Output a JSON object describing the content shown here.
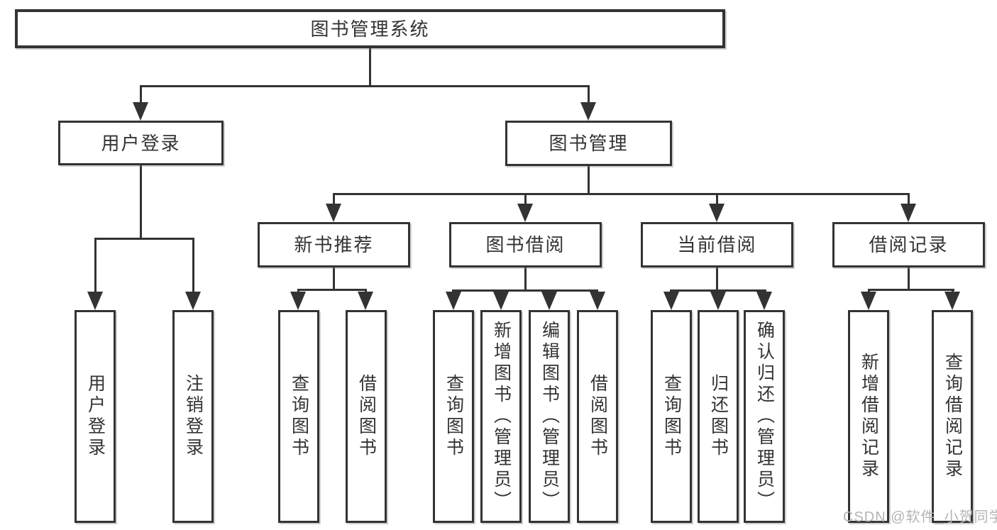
{
  "diagram": {
    "root": {
      "label": "图书管理系统"
    },
    "user_login": {
      "label": "用户登录",
      "children": [
        {
          "label": "用户登录"
        },
        {
          "label": "注销登录"
        }
      ]
    },
    "book_mgmt": {
      "label": "图书管理",
      "sections": [
        {
          "label": "新书推荐",
          "children": [
            {
              "label": "查询图书"
            },
            {
              "label": "借阅图书"
            }
          ]
        },
        {
          "label": "图书借阅",
          "children": [
            {
              "label": "查询图书"
            },
            {
              "label": "新增图书（管理员）"
            },
            {
              "label": "编辑图书（管理员）"
            },
            {
              "label": "借阅图书"
            }
          ]
        },
        {
          "label": "当前借阅",
          "children": [
            {
              "label": "查询图书"
            },
            {
              "label": "归还图书"
            },
            {
              "label": "确认归还（管理员）"
            }
          ]
        },
        {
          "label": "借阅记录",
          "children": [
            {
              "label": "新增借阅记录"
            },
            {
              "label": "查询借阅记录"
            }
          ]
        }
      ]
    }
  },
  "watermark": {
    "text": "CSDN @软件_小贺同学"
  },
  "colors": {
    "line": "#333333",
    "box_border": "#333333",
    "text": "#333333",
    "watermark": "#b4b4b4",
    "background": "#ffffff"
  }
}
